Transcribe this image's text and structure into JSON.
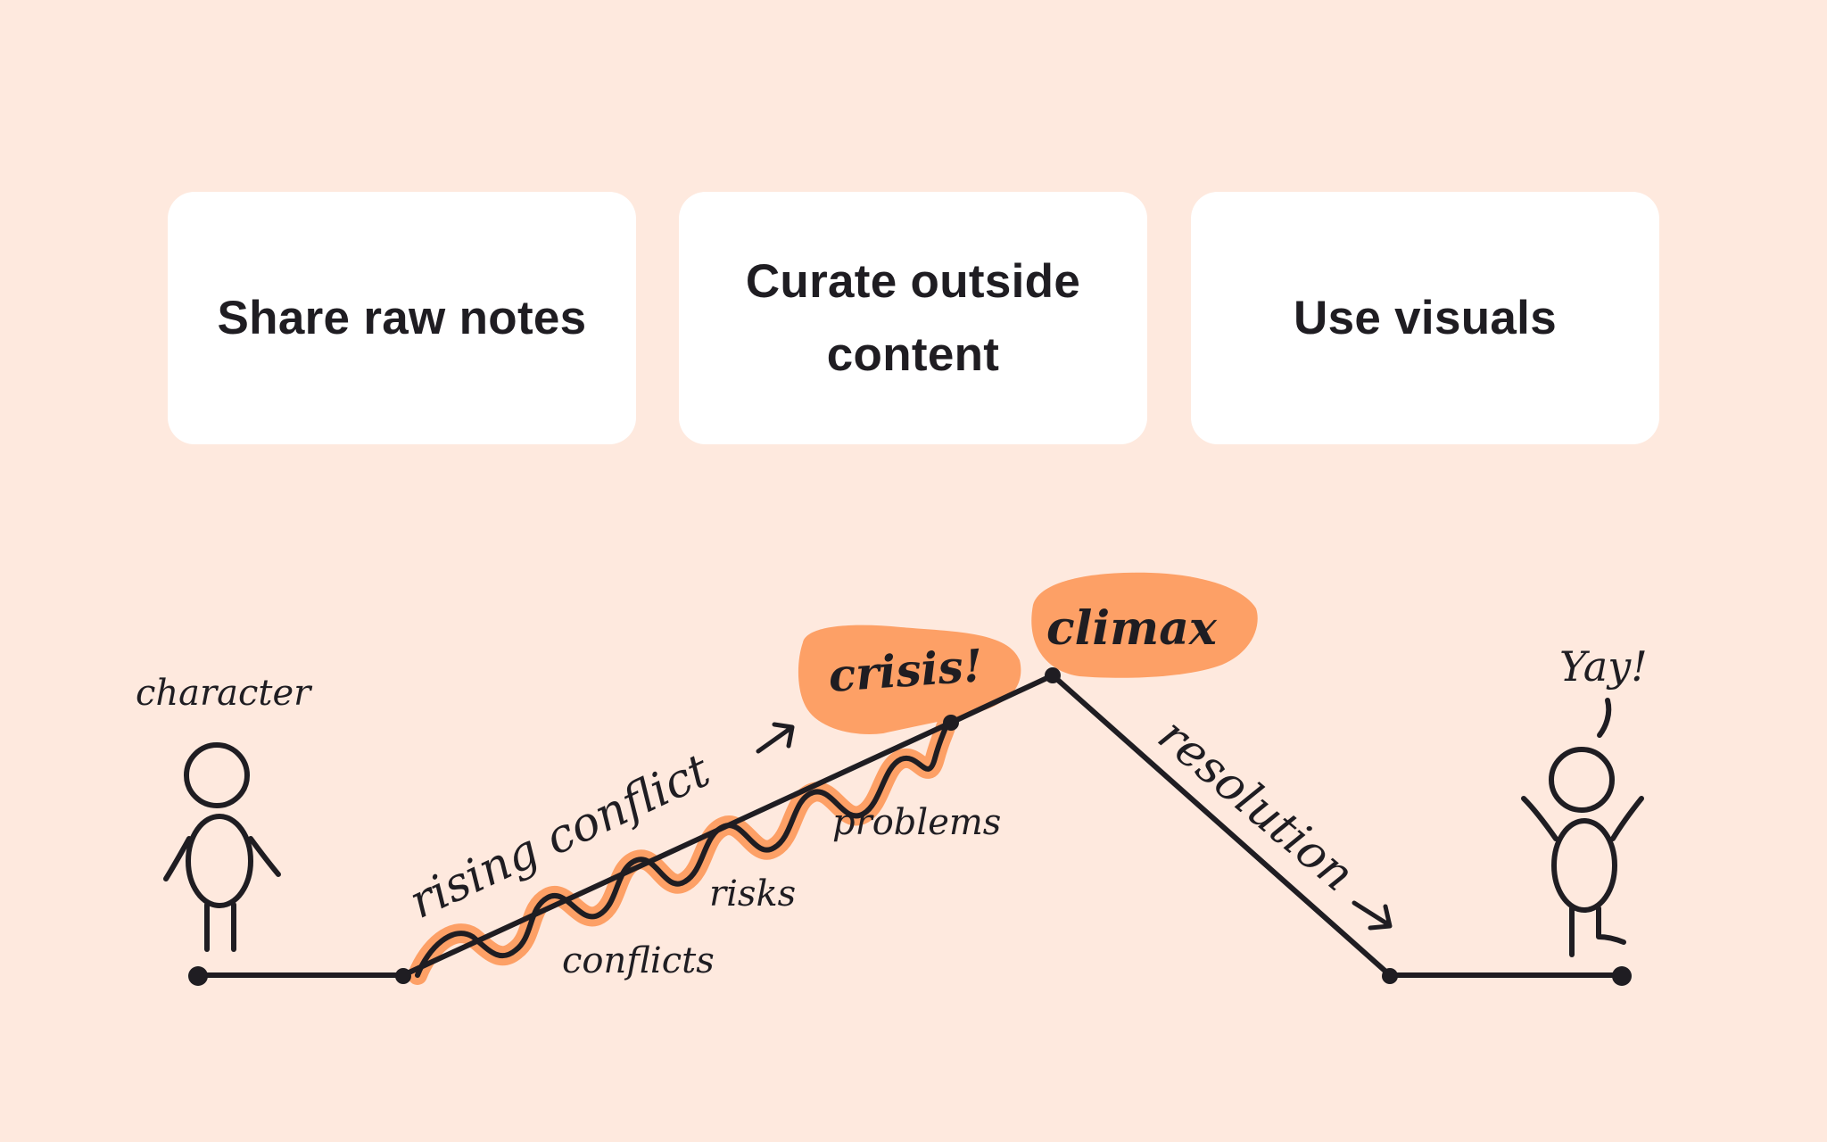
{
  "cards": [
    {
      "label": "Share raw notes"
    },
    {
      "label": "Curate outside content"
    },
    {
      "label": "Use visuals"
    }
  ],
  "diagram": {
    "labels": {
      "character": "character",
      "rising_conflict": "rising conflict",
      "conflicts": "conflicts",
      "risks": "risks",
      "problems": "problems",
      "crisis": "crisis!",
      "climax": "climax",
      "resolution": "resolution",
      "yay": "Yay!"
    }
  },
  "colors": {
    "background": "#fee9de",
    "card": "#ffffff",
    "accent": "#fda066",
    "ink": "#1f1d22"
  }
}
